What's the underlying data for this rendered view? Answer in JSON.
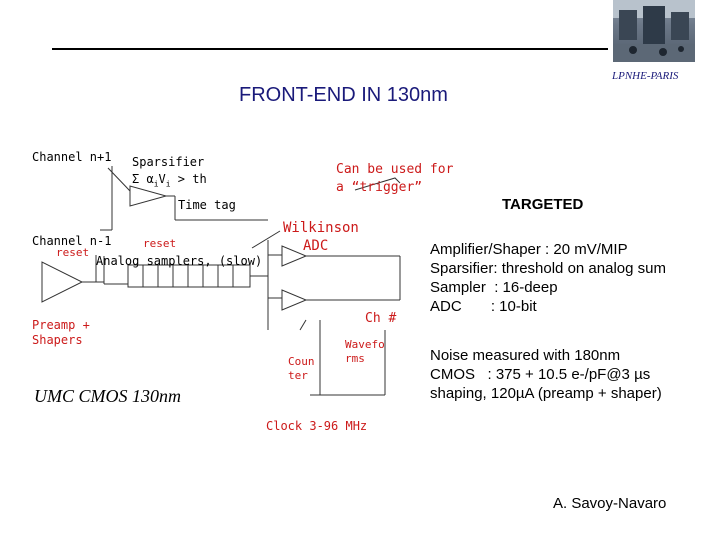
{
  "header": {
    "title": "FRONT-END IN 130nm",
    "lab": "LPNHE-PARIS"
  },
  "diagram": {
    "channel_n_plus_1": "Channel n+1",
    "sparsifier_title": "Sparsifier",
    "sparsifier_formula_symbols": "Σ α",
    "sparsifier_formula_i": "i",
    "sparsifier_formula_v": "V",
    "sparsifier_formula_rest": " > th",
    "time_tag": "Time tag",
    "channel_n_minus_1": "Channel n-1",
    "reset_left": "reset",
    "reset_mid": "reset",
    "analog_samplers": "Analog samplers, (slow)",
    "trigger_note_line1": "Can be used for",
    "trigger_note_line2": "a “trigger”",
    "wilkinson_line1": "Wilkinson",
    "wilkinson_line2": "ADC",
    "ch_number": "Ch #",
    "waveforms_line1": "Wavefo",
    "waveforms_line2": "rms",
    "counter_line1": "Coun",
    "counter_line2": "ter",
    "preamp_line1": "Preamp +",
    "preamp_line2": "Shapers",
    "clock": "Clock 3-96 MHz",
    "technology": "UMC CMOS 130nm"
  },
  "targeted": {
    "heading": "TARGETED",
    "specs": [
      "Amplifier/Shaper : 20 mV/MIP",
      "Sparsifier: threshold on analog sum",
      "Sampler  : 16-deep",
      "ADC       : 10-bit"
    ],
    "noise": [
      "Noise measured with 180nm",
      "CMOS   : 375 + 10.5 e-/pF@3 µs",
      "shaping, 120µA (preamp + shaper)"
    ]
  },
  "footer": {
    "author": "A. Savoy-Navaro"
  },
  "colors": {
    "annotation": "#cc1a1a",
    "title": "#1a1a7a",
    "line": "#333333"
  }
}
